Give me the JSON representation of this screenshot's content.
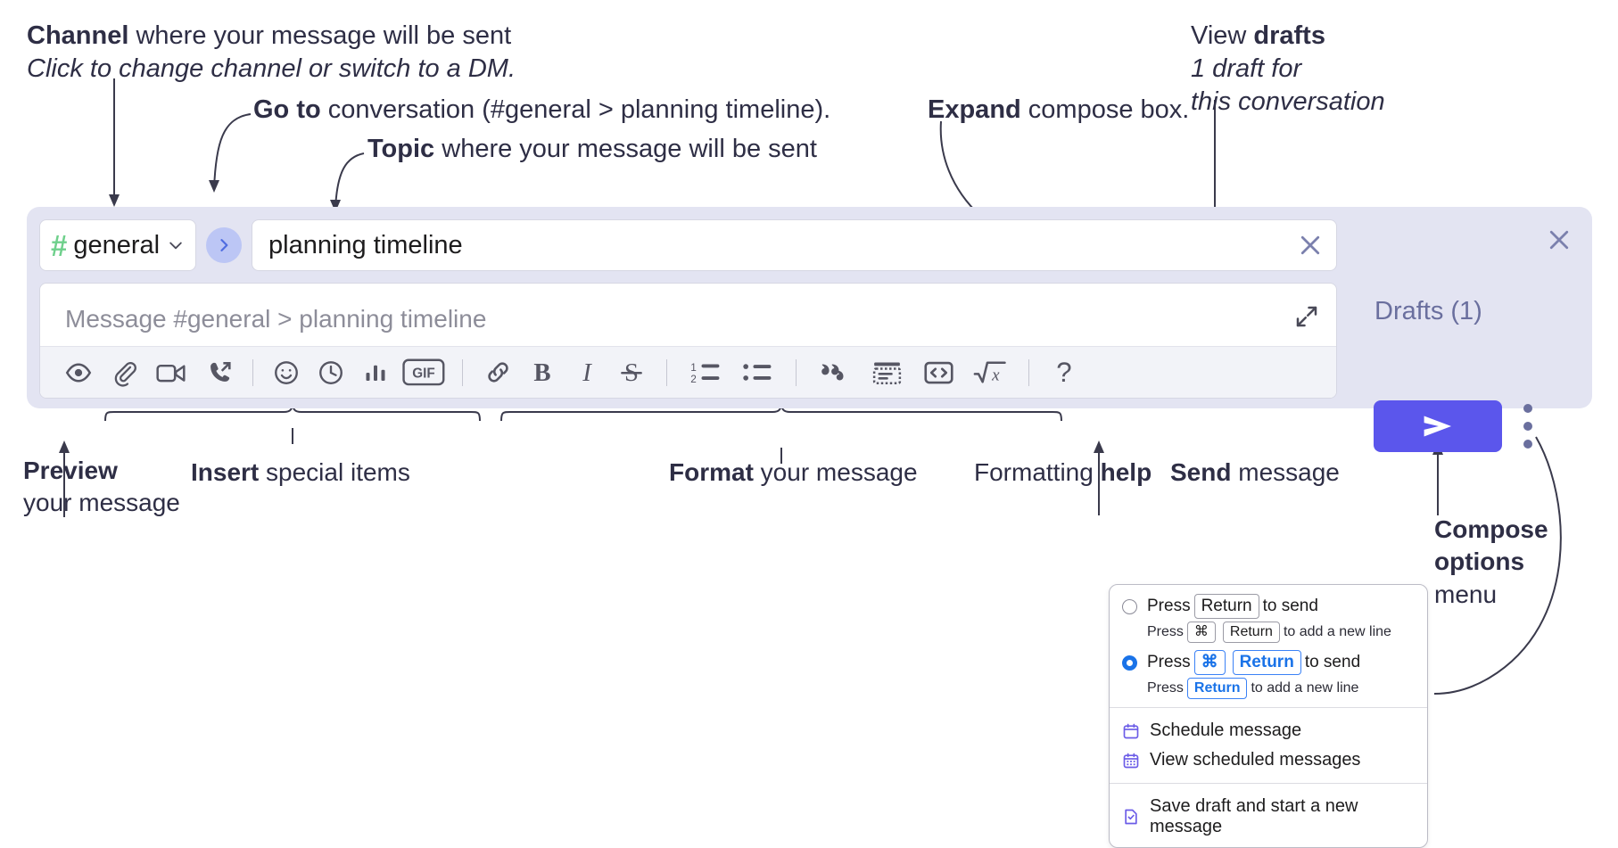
{
  "annotations": {
    "channel": {
      "bold": "Channel",
      "rest": " where your message will be sent",
      "italic": "Click to change channel or switch to a DM."
    },
    "goto": {
      "bold": "Go to",
      "rest": " conversation (#general > planning timeline)."
    },
    "topic": {
      "bold": "Topic",
      "rest": " where your message will be sent"
    },
    "expand": {
      "bold": "Expand",
      "rest": " compose box."
    },
    "drafts": {
      "bold_pre": "View ",
      "bold": "drafts",
      "italic1": "1 draft for",
      "italic2": "this conversation"
    },
    "preview": {
      "bold": "Preview",
      "rest": "your message"
    },
    "insert": {
      "bold": "Insert",
      "rest": " special items"
    },
    "format": {
      "bold": "Format",
      "rest": " your message"
    },
    "formatting_help": {
      "pre": "Formatting ",
      "bold": "help"
    },
    "send": {
      "bold": "Send",
      "rest": " message"
    },
    "compose_options": {
      "bold1": "Compose",
      "bold2": "options",
      "rest": "menu"
    }
  },
  "composer": {
    "channel_name": "general",
    "hash_symbol": "#",
    "topic_value": "planning timeline",
    "message_placeholder": "Message #general > planning timeline",
    "drafts_label": "Drafts (1)",
    "toolbar_icons": [
      "preview-eye-icon",
      "attachment-paperclip-icon",
      "video-camera-icon",
      "phone-forward-icon",
      "emoji-smiley-icon",
      "clock-icon",
      "poll-bar-chart-icon",
      "gif-icon",
      "link-icon",
      "bold-icon",
      "italic-icon",
      "strikethrough-icon",
      "ordered-list-icon",
      "bullet-list-icon",
      "blockquote-icon",
      "code-block-icon",
      "code-icon",
      "math-sqrt-icon",
      "formatting-help-icon"
    ],
    "gif_label": "GIF",
    "bold_label": "B",
    "italic_label": "I",
    "strike_label": "S",
    "help_label": "?"
  },
  "menu": {
    "options": [
      {
        "selected": false,
        "main_pre": "Press",
        "main_key": "Return",
        "main_post": "to send",
        "sub_pre": "Press",
        "sub_key1": "⌘",
        "sub_key2": "Return",
        "sub_post": "to add a new line"
      },
      {
        "selected": true,
        "main_pre": "Press",
        "main_key1": "⌘",
        "main_key2": "Return",
        "main_post": "to send",
        "sub_pre": "Press",
        "sub_key": "Return",
        "sub_post": "to add a new line"
      }
    ],
    "items": [
      {
        "icon": "calendar-schedule-icon",
        "label": "Schedule message"
      },
      {
        "icon": "calendar-grid-icon",
        "label": "View scheduled messages"
      },
      {
        "icon": "save-draft-icon",
        "label": "Save draft and start a new message"
      }
    ]
  },
  "colors": {
    "panel_bg": "#e3e4f2",
    "hash_green": "#6fd08c",
    "send_purple": "#5b56ec",
    "go_circle": "#bcc6f5",
    "drafts_text": "#6a6f9e",
    "menu_icon_purple": "#6b5ce7",
    "key_blue": "#1a73e8"
  }
}
